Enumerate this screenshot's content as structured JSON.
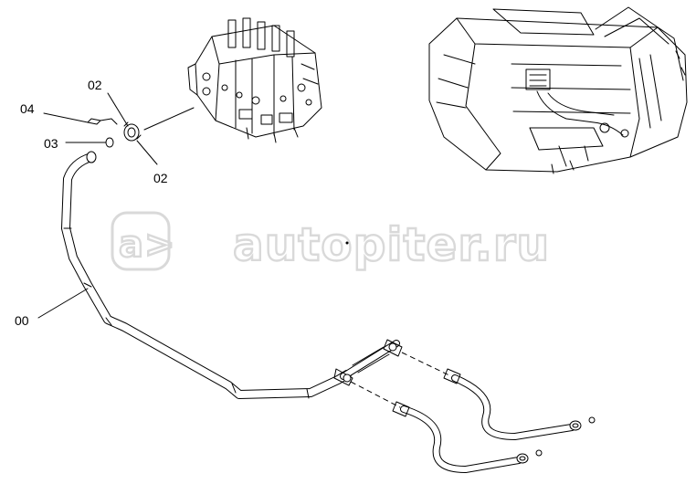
{
  "watermark": {
    "logo": "a>",
    "text": "autopiter.ru"
  },
  "callouts": [
    {
      "id": "part-02-upper",
      "label": "02"
    },
    {
      "id": "part-04",
      "label": "04"
    },
    {
      "id": "part-03",
      "label": "03"
    },
    {
      "id": "part-02-lower",
      "label": "02"
    },
    {
      "id": "part-00",
      "label": "00"
    }
  ],
  "colors": {
    "line": "#000000",
    "watermark": "#d9d9d9",
    "background": "#ffffff"
  }
}
